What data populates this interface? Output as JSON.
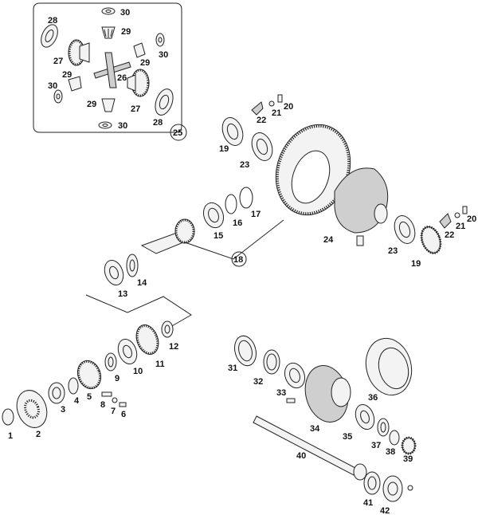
{
  "callouts": {
    "c1": "1",
    "c2": "2",
    "c3": "3",
    "c4": "4",
    "c5": "5",
    "c6": "6",
    "c7": "7",
    "c8": "8",
    "c9": "9",
    "c10": "10",
    "c11": "11",
    "c12": "12",
    "c13": "13",
    "c14": "14",
    "c15": "15",
    "c16": "16",
    "c17": "17",
    "c18": "18",
    "c19a": "19",
    "c19b": "19",
    "c20a": "20",
    "c20b": "20",
    "c21a": "21",
    "c21b": "21",
    "c22a": "22",
    "c22b": "22",
    "c23a": "23",
    "c23b": "23",
    "c24": "24",
    "c25": "25",
    "c26": "26",
    "c27a": "27",
    "c27b": "27",
    "c28a": "28",
    "c28b": "28",
    "c29a": "29",
    "c29b": "29",
    "c29c": "29",
    "c29d": "29",
    "c30a": "30",
    "c30b": "30",
    "c30c": "30",
    "c30d": "30",
    "c31": "31",
    "c32": "32",
    "c33": "33",
    "c34": "34",
    "c35": "35",
    "c36": "36",
    "c37": "37",
    "c38": "38",
    "c39": "39",
    "c40": "40",
    "c41": "41",
    "c42": "42"
  }
}
